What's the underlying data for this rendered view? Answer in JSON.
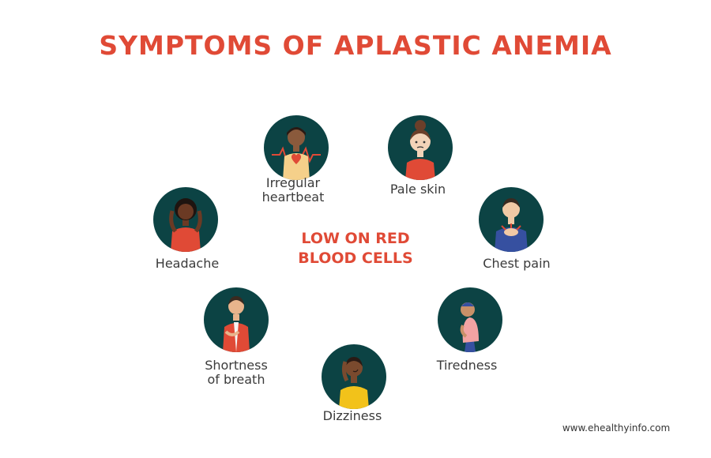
{
  "title": "SYMPTOMS OF APLASTIC ANEMIA",
  "center": {
    "line1": "LOW ON RED",
    "line2": "BLOOD CELLS"
  },
  "symptoms": [
    {
      "label_lines": [
        "Irregular",
        "heartbeat"
      ],
      "icon": "irregular-heartbeat-icon"
    },
    {
      "label_lines": [
        "Pale skin"
      ],
      "icon": "pale-skin-icon"
    },
    {
      "label_lines": [
        "Chest pain"
      ],
      "icon": "chest-pain-icon"
    },
    {
      "label_lines": [
        "Tiredness"
      ],
      "icon": "tiredness-icon"
    },
    {
      "label_lines": [
        "Dizziness"
      ],
      "icon": "dizziness-icon"
    },
    {
      "label_lines": [
        "Shortness",
        "of breath"
      ],
      "icon": "shortness-of-breath-icon"
    },
    {
      "label_lines": [
        "Headache"
      ],
      "icon": "headache-icon"
    }
  ],
  "footer": "www.ehealthyinfo.com",
  "colors": {
    "accent": "#e04a36",
    "circle": "#0c4344",
    "label": "#3b3b3b"
  }
}
